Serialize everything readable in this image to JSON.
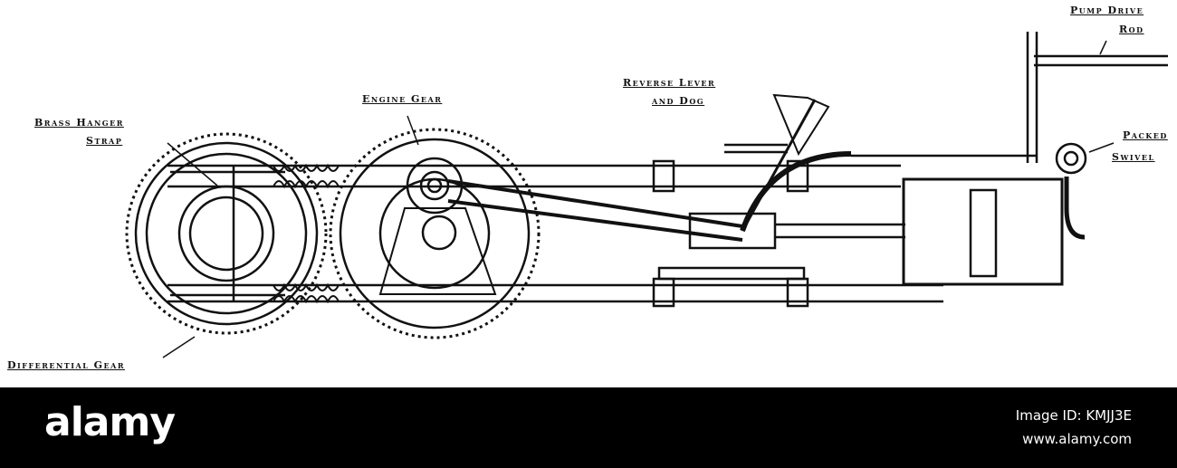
{
  "diagram": {
    "labels": {
      "pump_drive_l1": "Pump Drive",
      "pump_drive_l2": "Rod",
      "reverse_l1": "Reverse Lever",
      "reverse_l2": "and Dog",
      "packed_l1": "Packed",
      "packed_l2": "Swivel",
      "engine_gear": "Engine Gear",
      "brass_l1": "Brass Hanger",
      "brass_l2": "Strap",
      "differential": "Differential Gear"
    }
  },
  "banner": {
    "brand": "alamy",
    "image_id": "Image ID: KMJJ3E",
    "site": "www.alamy.com"
  }
}
